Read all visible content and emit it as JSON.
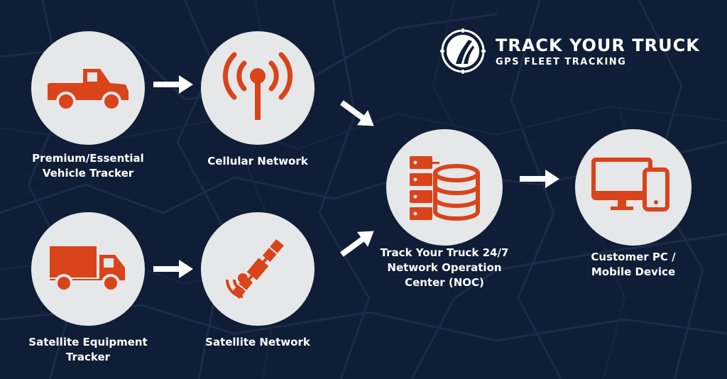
{
  "brand": {
    "title": "TRACK YOUR TRUCK",
    "subtitle": "GPS FLEET TRACKING"
  },
  "nodes": {
    "vehicle_tracker": {
      "label": "Premium/Essential\nVehicle Tracker",
      "icon": "pickup-truck-icon"
    },
    "cellular_network": {
      "label": "Cellular Network",
      "icon": "cell-tower-icon"
    },
    "equipment_tracker": {
      "label": "Satellite Equipment\nTracker",
      "icon": "box-truck-icon"
    },
    "satellite_network": {
      "label": "Satellite Network",
      "icon": "satellite-icon"
    },
    "noc": {
      "label": "Track Your Truck  24/7\nNetwork Operation\nCenter (NOC)",
      "icon": "server-database-icon"
    },
    "customer_device": {
      "label": "Customer PC /\nMobile Device",
      "icon": "monitor-phone-icon"
    }
  },
  "colors": {
    "background": "#0f1e36",
    "circle": "#e6e7e9",
    "accent": "#d9441b",
    "text": "#ffffff"
  }
}
